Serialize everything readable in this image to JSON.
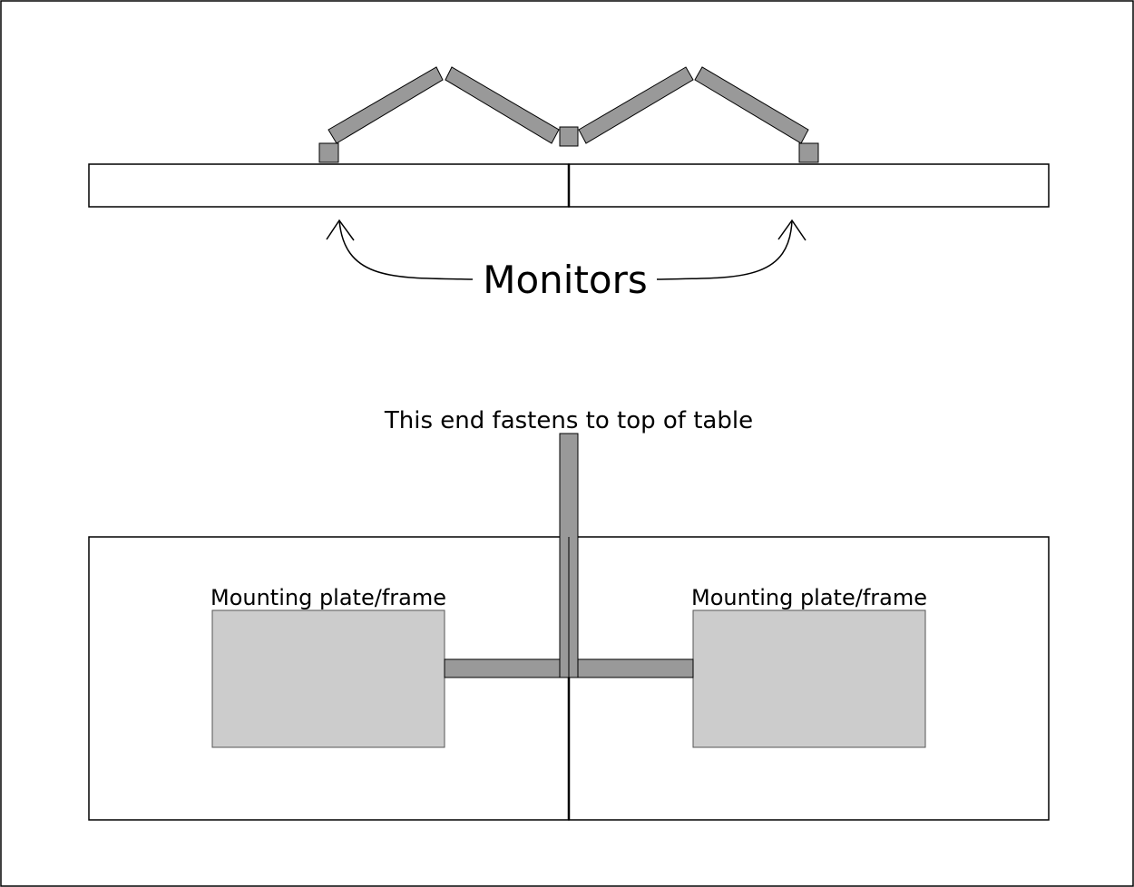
{
  "labels": {
    "monitors": "Monitors",
    "fastens": "This end fastens to top of table",
    "mounting_left": "Mounting plate/frame",
    "mounting_right": "Mounting plate/frame"
  },
  "colors": {
    "arm": "#999999",
    "plate": "#cccccc",
    "stroke": "#000000",
    "background": "#ffffff"
  }
}
